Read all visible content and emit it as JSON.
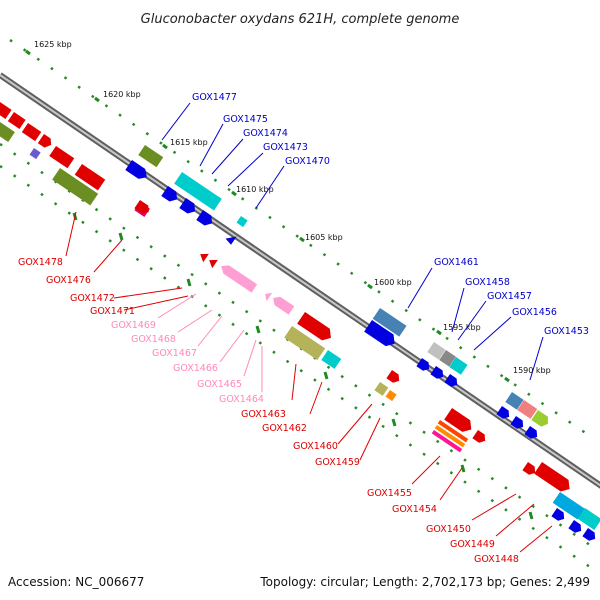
{
  "title": "Gluconobacter oxydans 621H, complete genome",
  "accession": "Accession: NC_006677",
  "topology": "Topology: circular; Length: 2,702,173 bp; Genes: 2,499",
  "colors": {
    "plus_strand_labels": "#0000cc",
    "minus_strand_labels": "#dd0000",
    "pseudo_labels": "#ff88bb",
    "backbone": "#7f7f7f"
  },
  "kbp_markers": [
    "1625 kbp",
    "1620 kbp",
    "1615 kbp",
    "1610 kbp",
    "1605 kbp",
    "1600 kbp",
    "1595 kbp",
    "1590 kbp"
  ],
  "genes_top": [
    "GOX1477",
    "GOX1475",
    "GOX1474",
    "GOX1473",
    "GOX1470",
    "GOX1461",
    "GOX1458",
    "GOX1457",
    "GOX1456",
    "GOX1453"
  ],
  "genes_bottom": [
    "GOX1478",
    "GOX1476",
    "GOX1472",
    "GOX1471",
    "GOX1469",
    "GOX1468",
    "GOX1467",
    "GOX1466",
    "GOX1465",
    "GOX1464",
    "GOX1463",
    "GOX1462",
    "GOX1460",
    "GOX1459",
    "GOX1455",
    "GOX1454",
    "GOX1450",
    "GOX1449",
    "GOX1448"
  ]
}
